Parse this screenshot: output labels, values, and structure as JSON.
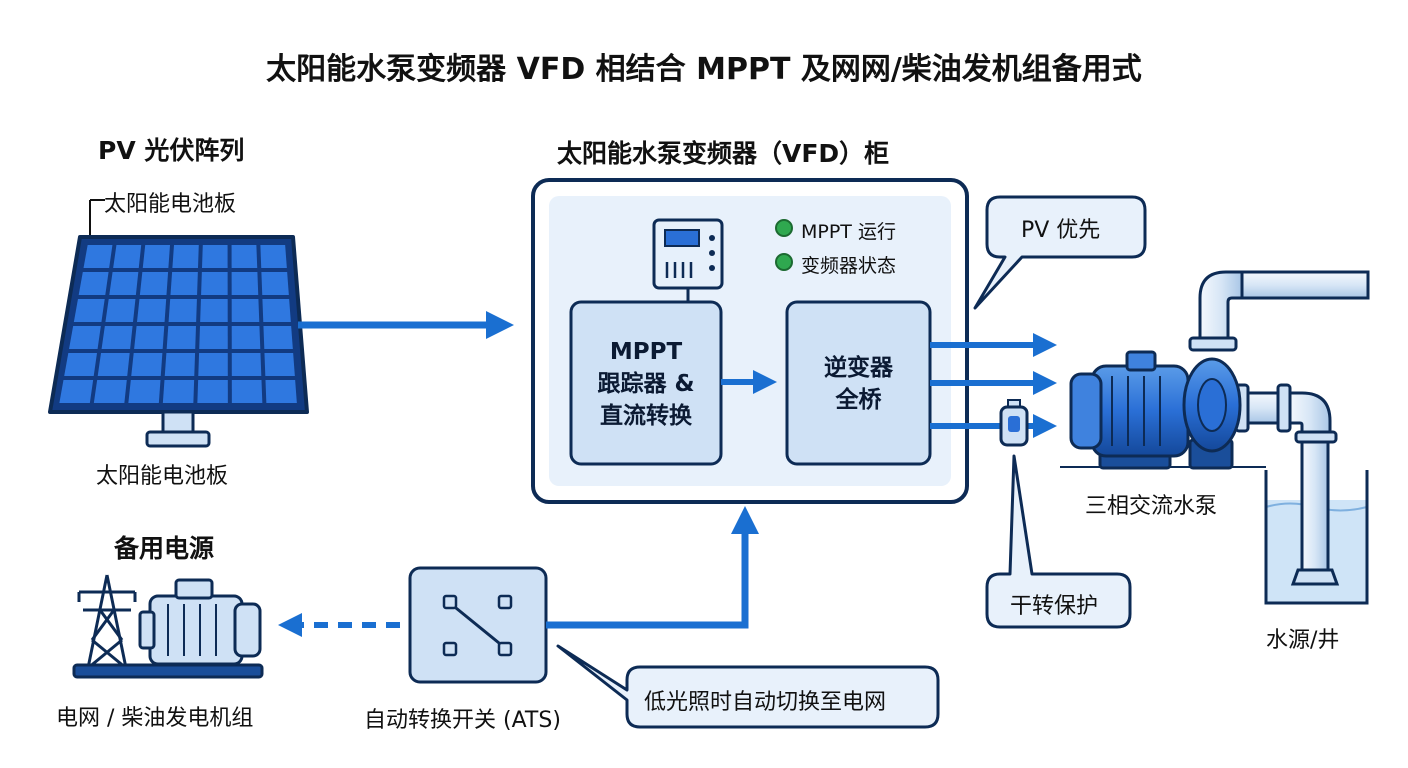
{
  "title": "太阳能水泵变频器 VFD 相结合 MPPT 及网网/柴油发机组备用式",
  "pv": {
    "heading": "PV 光伏阵列",
    "panel_label_top": "太阳能电池板",
    "panel_label_bottom": "太阳能电池板"
  },
  "vfd": {
    "heading": "太阳能水泵变频器（VFD）柜",
    "status_mppt": "MPPT 运行",
    "status_inverter": "变频器状态",
    "mppt_box": {
      "line1": "MPPT",
      "line2": "跟踪器 &",
      "line3": "直流转换"
    },
    "inverter_box": {
      "line1": "逆变器",
      "line2": "全桥"
    }
  },
  "callouts": {
    "pv_priority": "PV 优先",
    "dry_run": "干转保护",
    "low_light": "低光照时自动切换至电网"
  },
  "pump": {
    "label": "三相交流水泵"
  },
  "water": {
    "label": "水源/井"
  },
  "backup": {
    "heading": "备用电源",
    "source_label": "电网 / 柴油发电机组"
  },
  "ats": {
    "label": "自动转换开关 (ATS)"
  },
  "colors": {
    "arrow": "#1a6fd1",
    "box_border": "#0d2b55",
    "panel": "#2a6fd6",
    "cabinet_fill": "#e8f1fb",
    "box_fill": "#cfe1f5",
    "status_led": "#2fa84f",
    "water": "#cfe4f7"
  }
}
